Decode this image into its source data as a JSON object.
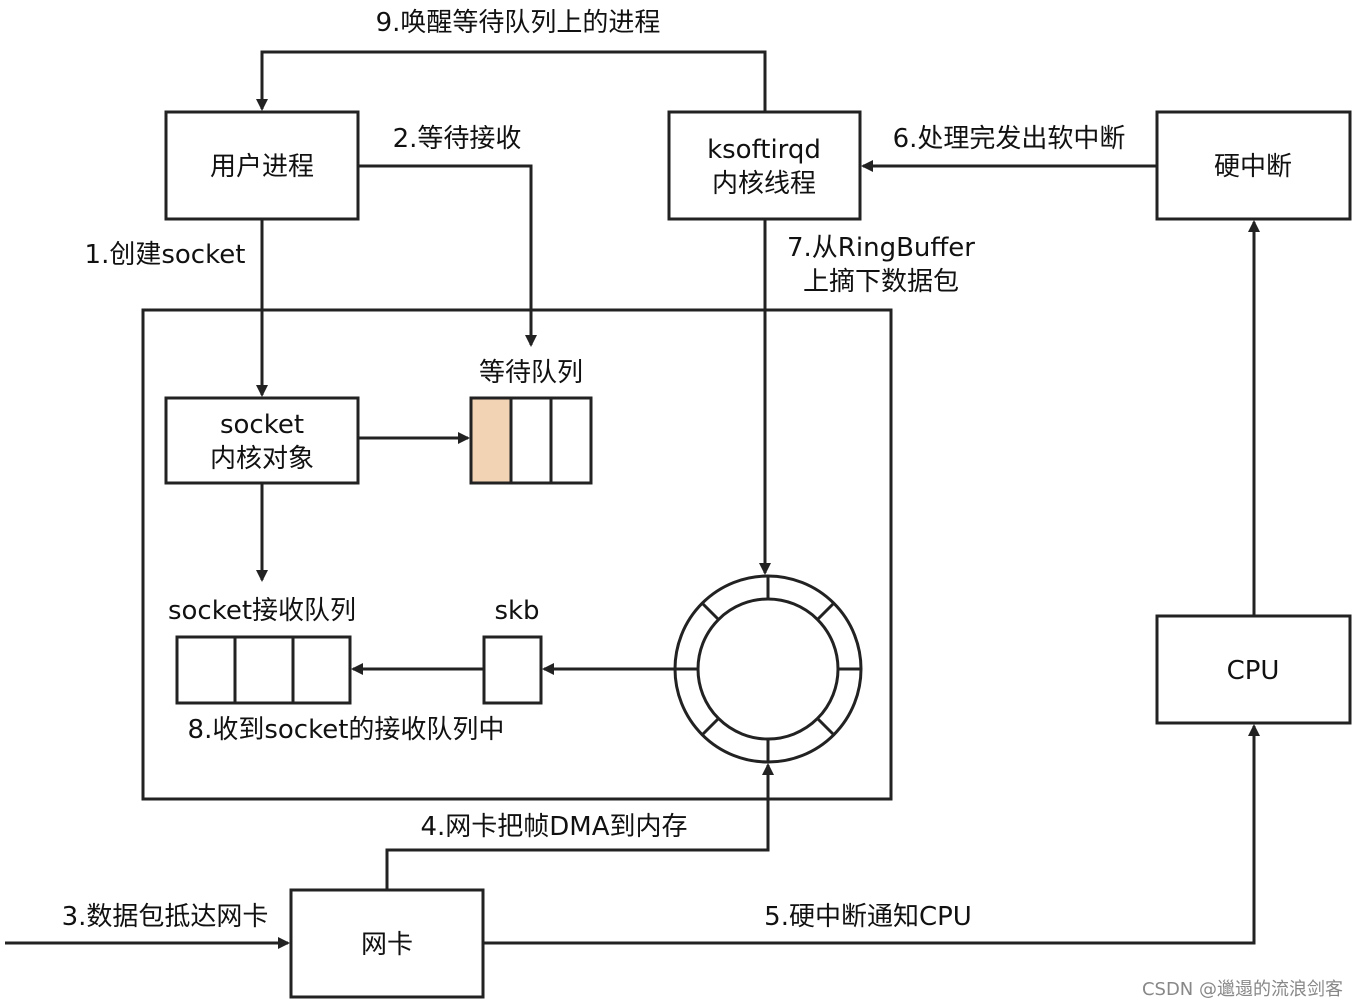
{
  "nodes": {
    "user_process": "用户进程",
    "ksoftirqd_line1": "ksoftirqd",
    "ksoftirqd_line2": "内核线程",
    "hard_irq": "硬中断",
    "cpu": "CPU",
    "nic": "网卡",
    "socket_obj_line1": "socket",
    "socket_obj_line2": "内核对象",
    "wait_queue_title": "等待队列",
    "recv_queue_title": "socket接收队列",
    "skb": "skb"
  },
  "steps": {
    "s1": "1.创建socket",
    "s2": "2.等待接收",
    "s3": "3.数据包抵达网卡",
    "s4": "4.网卡把帧DMA到内存",
    "s5": "5.硬中断通知CPU",
    "s6": "6.处理完发出软中断",
    "s7_line1": "7.从RingBuffer",
    "s7_line2": "上摘下数据包",
    "s8": "8.收到socket的接收队列中",
    "s9": "9.唤醒等待队列上的进程"
  },
  "watermark": "CSDN @邋遢的流浪剑客",
  "colors": {
    "stroke": "#222222",
    "wait_slot_highlight": "#f2d4b5"
  }
}
